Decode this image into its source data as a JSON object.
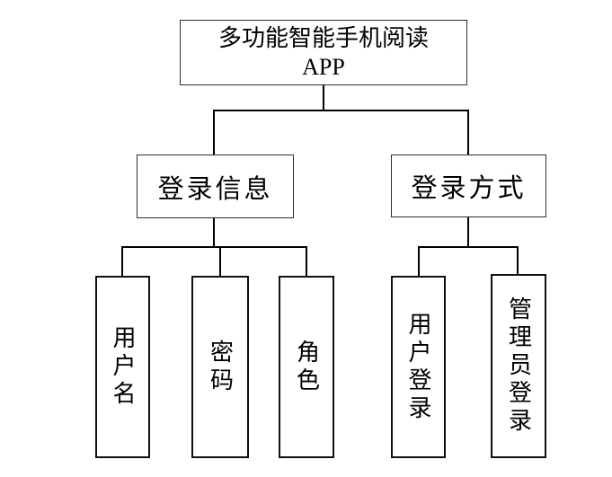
{
  "diagram": {
    "type": "tree",
    "root": {
      "title": "多功能智能手机阅读",
      "subtitle": "APP"
    },
    "branches": [
      {
        "label": "登录信息",
        "children": [
          {
            "label": "用户名"
          },
          {
            "label": "密码"
          },
          {
            "label": "角色"
          }
        ]
      },
      {
        "label": "登录方式",
        "children": [
          {
            "label": "用户登录"
          },
          {
            "label": "管理员登录"
          }
        ]
      }
    ],
    "colors": {
      "background": "#ffffff",
      "line": "#000000",
      "box_border": "#2d2d2d",
      "leaf_border": "#0f0f0f",
      "text": "#000000"
    }
  }
}
